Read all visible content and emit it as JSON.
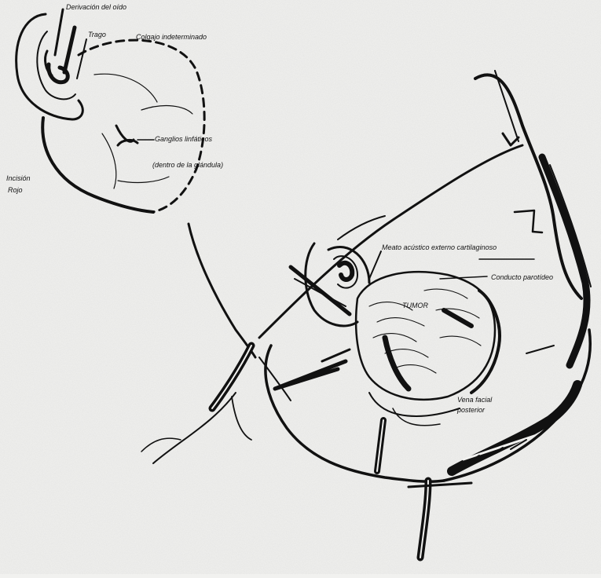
{
  "labels": {
    "derivacion": "Derivación del oído",
    "trago": "Trago",
    "colgajo": "Colgajo indeterminado",
    "ganglios_1": "Ganglios linfáticos",
    "ganglios_2": "(dentro de la glándula)",
    "incision_1": "Incisión",
    "incision_2": "Rojo",
    "meato": "Meato acústico externo cartilaginoso",
    "conducto": "Conducto parotídeo",
    "tumor": "TUMOR",
    "vena_1": "Vena facial",
    "vena_2": "posterior"
  },
  "colors": {
    "paper": "#f1f1ef",
    "ink": "#111111"
  }
}
